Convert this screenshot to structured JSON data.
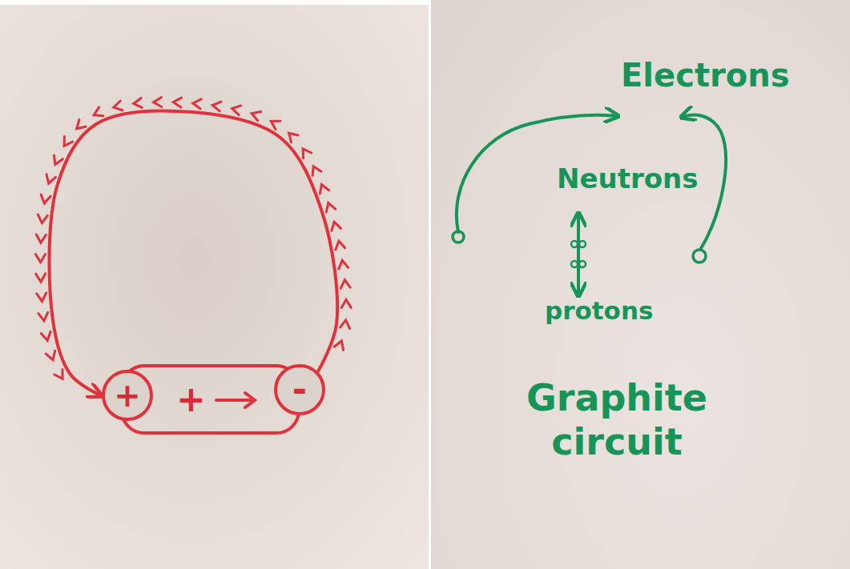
{
  "diagram": {
    "nodes": [
      {
        "text": [
          "+"
        ]
      },
      {
        "text": [
          "+"
        ],
        "in": 0
      },
      {
        "text": [
          "-"
        ],
        "in": 0
      }
    ],
    "edges": [
      {
        "from": 2,
        "to": 1,
        "arrow": "to"
      }
    ],
    "labels": [
      "Electrons",
      "Neutrons",
      "protons",
      "Graphite circuit"
    ]
  }
}
